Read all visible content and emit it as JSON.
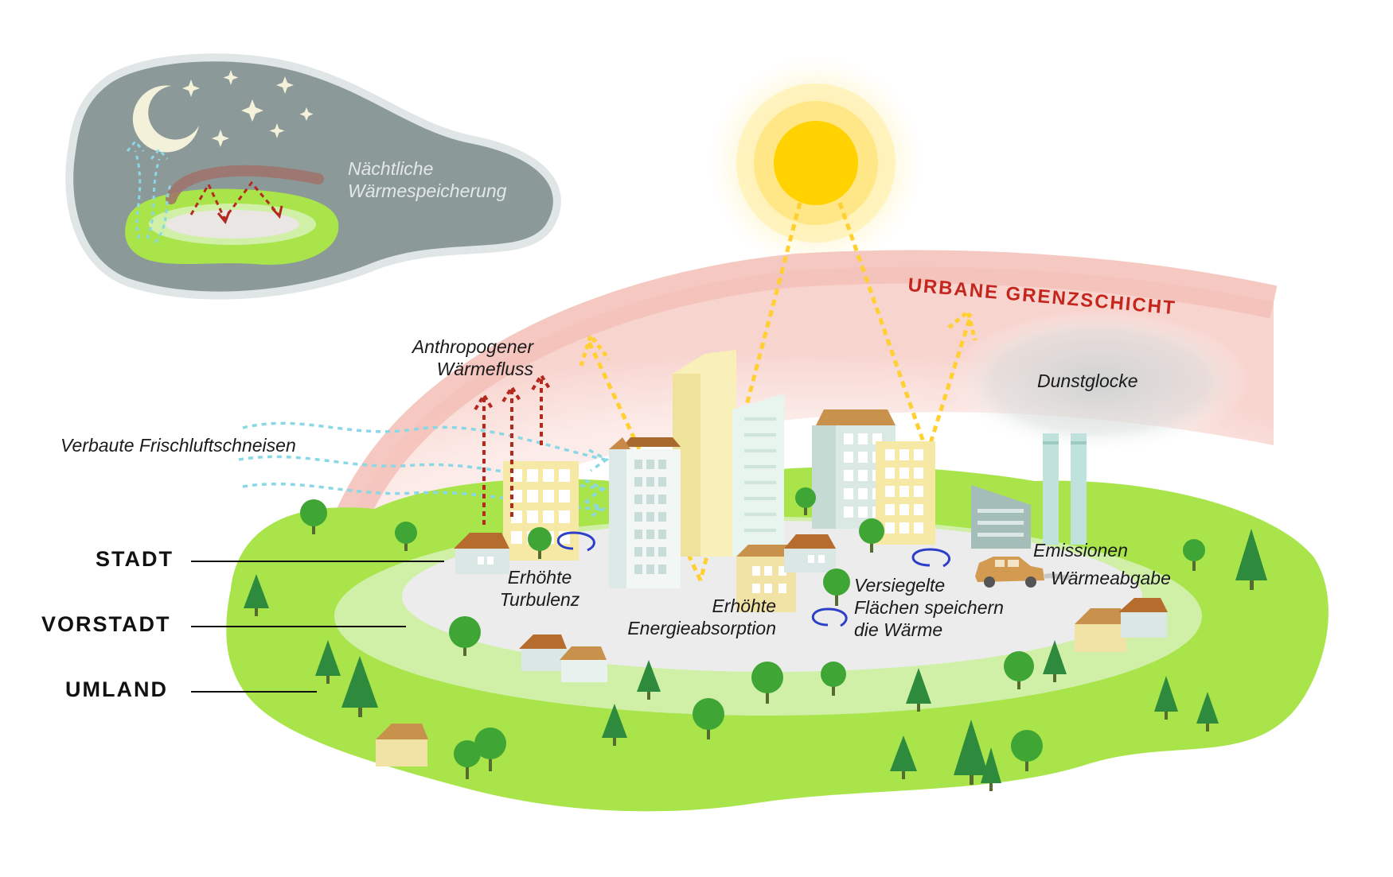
{
  "night_panel": {
    "label_lines": [
      "Nächtliche",
      "Wärmespeicherung"
    ]
  },
  "boundary_layer": {
    "title": "URBANE GRENZSCHICHT"
  },
  "labels": {
    "haze": "Dunstglocke",
    "anthropogenic": [
      "Anthropogener",
      "Wärmefluss"
    ],
    "fresh_air": "Verbaute Frischluftschneisen",
    "turbulence": [
      "Erhöhte",
      "Turbulenz"
    ],
    "energy": [
      "Erhöhte",
      "Energieabsorption"
    ],
    "sealed": [
      "Versiegelte",
      "Flächen speichern",
      "die Wärme"
    ],
    "emissions": "Emissionen",
    "heat_release": "Wärmeabgabe"
  },
  "zones": {
    "city": "STADT",
    "suburb": "VORSTADT",
    "rural": "UMLAND"
  },
  "colors": {
    "night_sky": "#8b9a98",
    "countryside_green": "#a8e44a",
    "suburb_ring": "#d0f0a8",
    "city_pavement": "#ececec",
    "sun": "#ffd200",
    "boundary_layer": "#f5c8c0",
    "boundary_text": "#c4261d",
    "heat_arrow": "#b3291e",
    "air_flow": "#8ad8e6",
    "sun_ray": "#ffd030",
    "turbulence": "#2d3fc8"
  }
}
